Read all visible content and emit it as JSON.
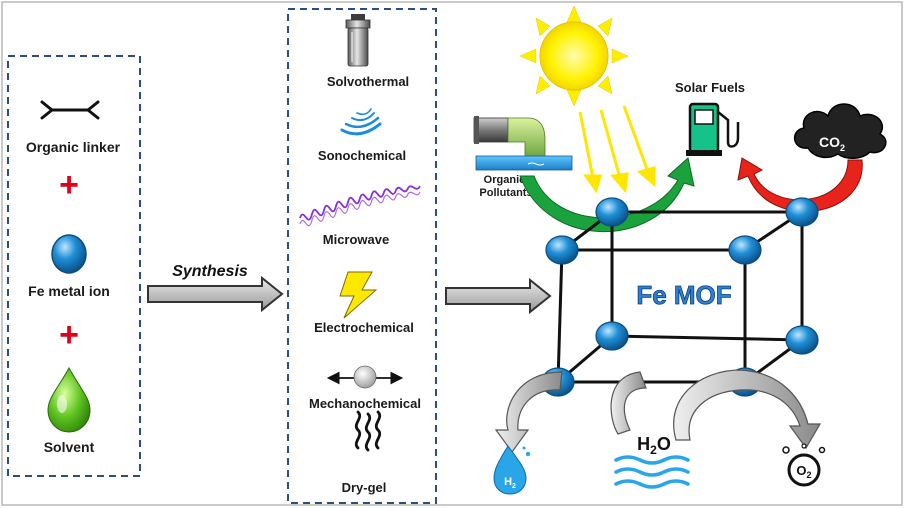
{
  "ingredients": {
    "linker_label": "Organic linker",
    "metal_label": "Fe metal ion",
    "solvent_label": "Solvent",
    "plus_symbol": "+"
  },
  "synthesis_arrow_label": "Synthesis",
  "methods": [
    {
      "label": "Solvothermal",
      "icon": "autoclave-icon"
    },
    {
      "label": "Sonochemical",
      "icon": "sound-waves-icon"
    },
    {
      "label": "Microwave",
      "icon": "microwave-wave-icon"
    },
    {
      "label": "Electrochemical",
      "icon": "lightning-bolt-icon"
    },
    {
      "label": "Mechanochemical",
      "icon": "ball-mill-icon"
    },
    {
      "label": "Dry-gel",
      "icon": "heat-waves-icon"
    }
  ],
  "mof": {
    "label": "Fe MOF",
    "organic_pollutants_label": "Organic\nPollutants",
    "solar_fuels_label": "Solar Fuels",
    "co2": {
      "main": "CO",
      "sub": "2"
    },
    "h2o": {
      "main": "H",
      "sub": "2",
      "tail": "O"
    },
    "h2": {
      "main": "H",
      "sub": "2"
    },
    "o2": {
      "main": "O",
      "sub": "2"
    }
  },
  "colors": {
    "frame_dash": "#2a4f7c",
    "node_blue": "#1f8fd6",
    "node_edge": "#0c4d80",
    "plus_red": "#e0001a",
    "green_arrow": "#1aa33c",
    "red_arrow": "#e8231b",
    "sun_yellow": "#ffee00",
    "mof_label": "#2f7fd0",
    "water_blue": "#2aa6e8"
  }
}
